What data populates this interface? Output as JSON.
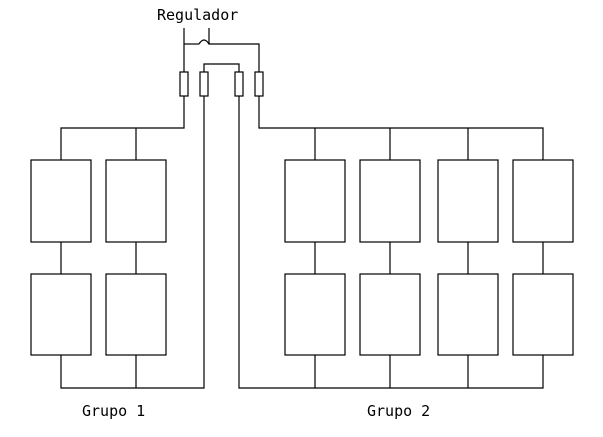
{
  "diagram": {
    "regulator_label": "Regulador",
    "group1_label": "Grupo 1",
    "group2_label": "Grupo 2",
    "line_color": "#000000",
    "background": "#ffffff",
    "group1_panel_count": 4,
    "group2_panel_count": 8
  }
}
